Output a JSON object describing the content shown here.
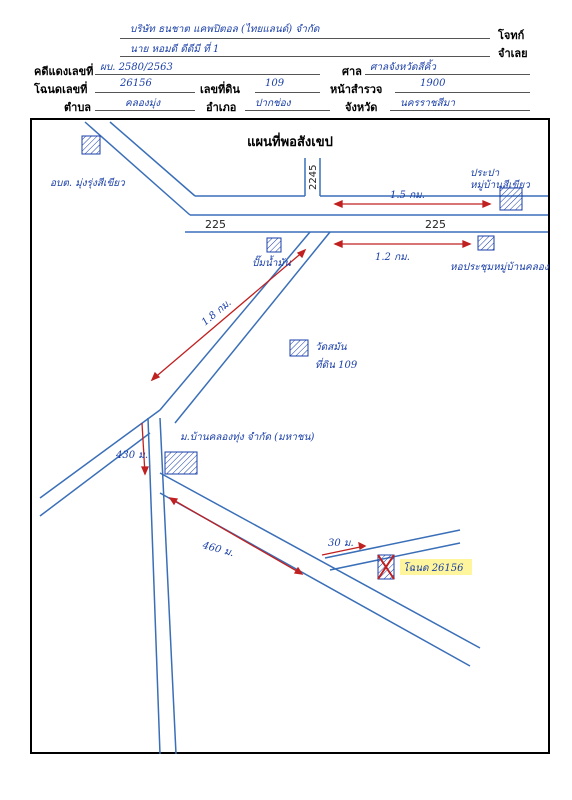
{
  "header": {
    "plaintiff_label": "โจทก์",
    "defendant_label": "จำเลย",
    "plaintiff_value": "บริษัท ธนชาต แคพปิตอล (ไทยแลนด์) จำกัด",
    "defendant_value": "นาย หอมดี ดีดีมี ที่ 1",
    "case_label": "คดีแดงเลขที่",
    "case_value": "ผบ. 2580/2563",
    "court_label": "ศาล",
    "court_value": "ศาลจังหวัดสีคิ้ว",
    "deed_label": "โฉนดเลขที่",
    "deed_value": "26156",
    "land_no_label": "เลขที่ดิน",
    "land_no_value": "109",
    "survey_label": "หน้าสำรวจ",
    "survey_value": "1900",
    "subdistrict_label": "ตำบล",
    "subdistrict_value": "คลองมุ่ง",
    "district_label": "อำเภอ",
    "district_value": "ปากช่อง",
    "province_label": "จังหวัด",
    "province_value": "นครราชสีมา"
  },
  "map": {
    "title": "แผนที่พอสังเขป",
    "road_225_left": "225",
    "road_225_right": "225",
    "road_2245": "2245",
    "labels": {
      "village_school": "อบต. มุ่งรุ่งสีเขียว",
      "water_office": "ประปา",
      "temple": "วัดสมัน",
      "dist_15": "1.5 กม.",
      "dist_12": "1.2 กม.",
      "dist_18": "1.8 กม.",
      "dist_430": "430 ม.",
      "dist_460": "460 ม.",
      "dist_30": "30 ม.",
      "gas_station": "ปั๊มน้ำมัน",
      "land_label": "ที่ดิน 109",
      "village_label": "ม.บ้านคลองทุ่ง จำกัด (มหาชน)",
      "right_office_top": "หมู่บ้านสีเขียว",
      "right_office_bottom": "หอประชุมหมู่บ้านคลองมุ่ง",
      "target_label": "โฉนด 26156"
    }
  }
}
